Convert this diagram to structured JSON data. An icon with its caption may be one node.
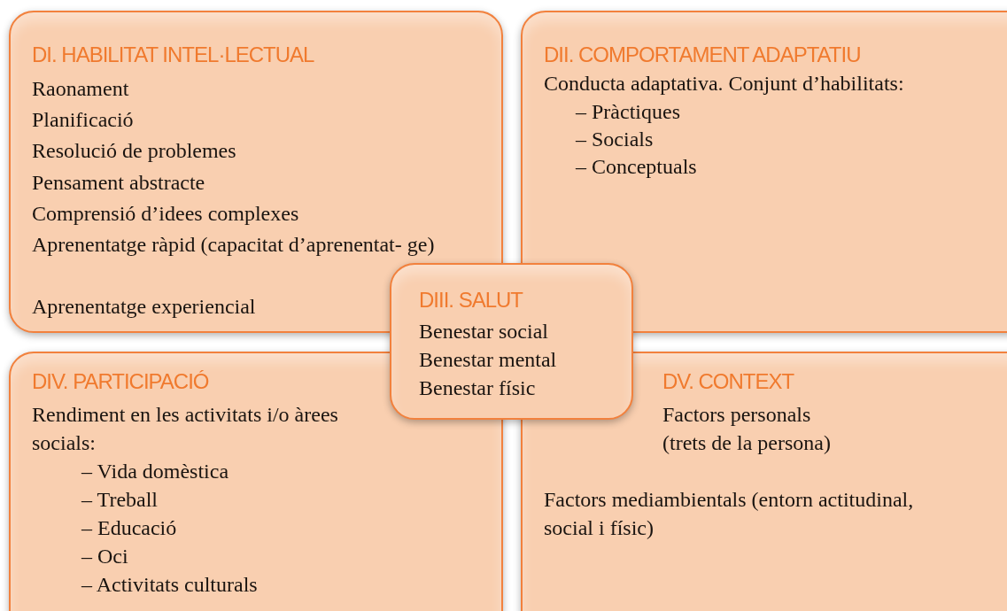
{
  "diagram": {
    "nodes": [
      {
        "text": [
          "DI. HABILITAT INTEL·LECTUAL",
          "Raonament",
          "Planificació",
          "Resolució de problemes",
          "Pensament abstracte",
          "Comprensió d’idees complexes",
          "Aprenentatge ràpid (capacitat d’aprenentat- ge)",
          "Aprenentatge experiencial"
        ]
      },
      {
        "text": [
          "DII. COMPORTAMENT ADAPTATIU",
          "Conducta adaptativa. Conjunt d’habilitats:",
          "– Pràctiques",
          "– Socials",
          "– Conceptuals"
        ]
      },
      {
        "text": [
          "DIII. SALUT",
          "Benestar social",
          "Benestar mental",
          "Benestar físic"
        ]
      },
      {
        "text": [
          "DIV. PARTICIPACIÓ",
          "Rendiment en les activitats i/o àrees socials:",
          "– Vida domèstica",
          "– Treball",
          "– Educació",
          "– Oci",
          "– Activitats culturals"
        ]
      },
      {
        "text": [
          "DV. CONTEXT",
          "Factors personals (trets de la persona)",
          "Factors mediambientals (entorn actitudinal, social i físic)"
        ]
      }
    ]
  }
}
